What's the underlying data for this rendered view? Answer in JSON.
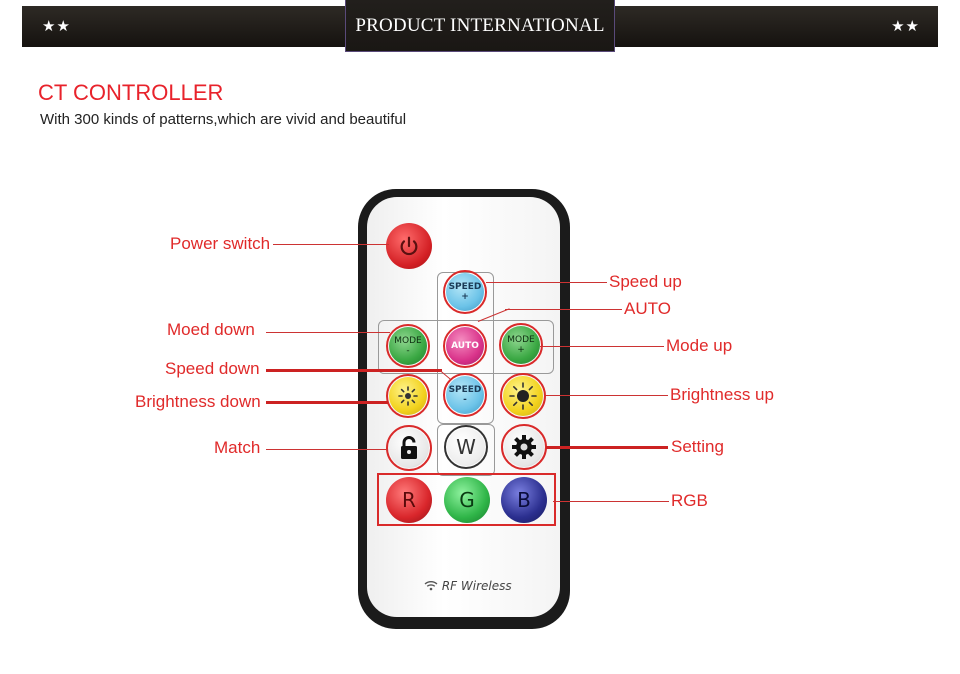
{
  "header": {
    "title": "PRODUCT INTERNATIONAL",
    "stars_left": "★★",
    "stars_right": "★★"
  },
  "section": {
    "heading": "CT CONTROLLER",
    "subtitle": "With 300 kinds of patterns,which are vivid and beautiful"
  },
  "labels": {
    "power_switch": "Power switch",
    "speed_up": "Speed up",
    "auto": "AUTO",
    "mode_down": "Moed down",
    "mode_up": "Mode up",
    "speed_down": "Speed down",
    "brightness_down": "Brightness down",
    "brightness_up": "Brightness up",
    "match": "Match",
    "setting": "Setting",
    "rgb": "RGB"
  },
  "remote": {
    "speed_up_line1": "SPEED",
    "speed_up_line2": "+",
    "speed_down_line1": "SPEED",
    "speed_down_line2": "-",
    "mode_down_line1": "MODE",
    "mode_down_line2": "-",
    "mode_up_line1": "MODE",
    "mode_up_line2": "+",
    "auto": "AUTO",
    "white": "W",
    "red": "R",
    "green": "G",
    "blue": "B",
    "brand": "RF Wireless"
  },
  "colors": {
    "label_red": "#e02a2a",
    "speed_blue": "#6cc3e8",
    "mode_green": "#3aa843",
    "auto_magenta": "#d9338a",
    "brightness_yellow": "#f2d21e",
    "rgb_red": "#d9262b",
    "rgb_green": "#2fb548",
    "rgb_blue": "#2b2f8f"
  }
}
